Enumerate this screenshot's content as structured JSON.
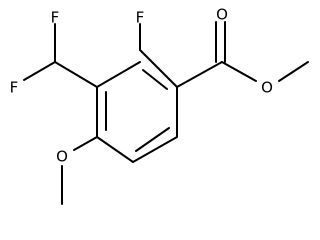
{
  "structure": {
    "atoms": {
      "fluorine_top": "F",
      "fluorine_left_upper": "F",
      "fluorine_left_lower": "F",
      "carbonyl_oxygen": "O",
      "ester_oxygen": "O",
      "methoxy_oxygen": "O"
    },
    "colors": {
      "bond": "#000000",
      "background": "#ffffff"
    }
  }
}
